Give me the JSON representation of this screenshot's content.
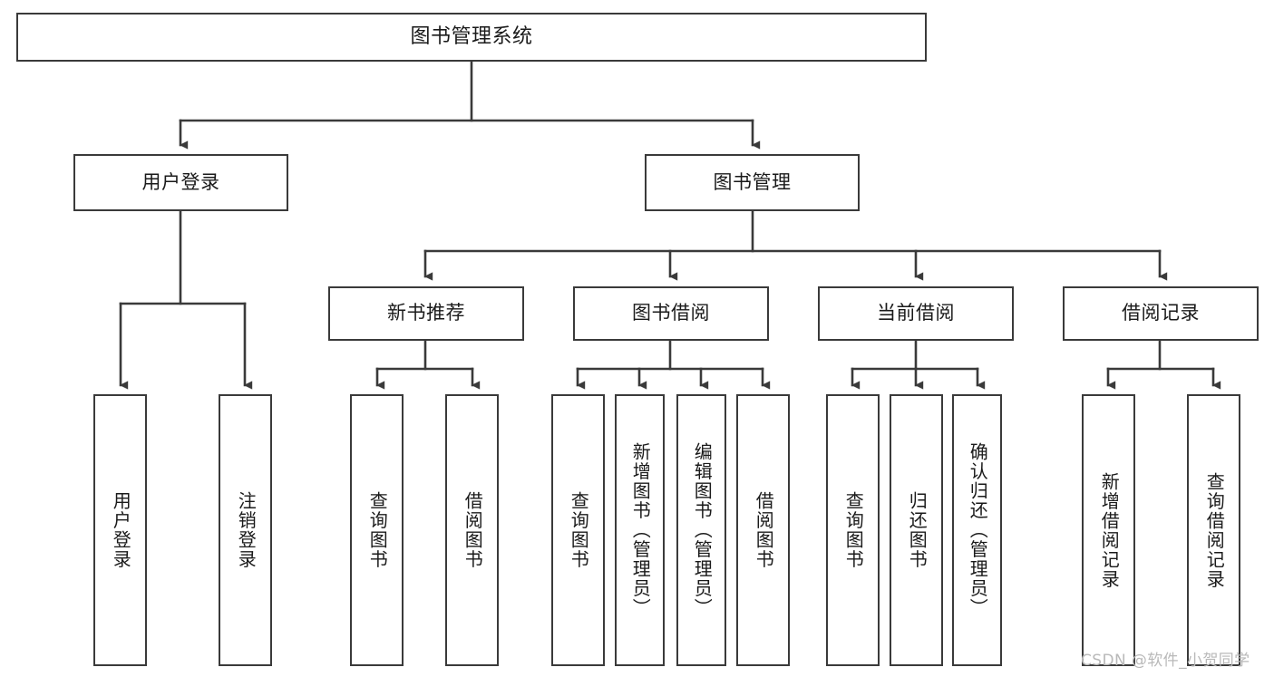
{
  "diagram": {
    "title": "图书管理系统",
    "type": "hierarchy-tree",
    "watermark": "CSDN @软件_小贺同学",
    "colors": {
      "background": "#ffffff",
      "border": "#3a3a3a",
      "text": "#1a1a1a",
      "connector": "#3a3a3a",
      "watermark": "#b9b9b9"
    },
    "nodes": {
      "root": {
        "label": "图书管理系统",
        "level": 1
      },
      "level2": [
        {
          "id": "user-login",
          "label": "用户登录"
        },
        {
          "id": "book-management",
          "label": "图书管理"
        }
      ],
      "level3": [
        {
          "id": "new-book-recommend",
          "label": "新书推荐"
        },
        {
          "id": "book-borrow",
          "label": "图书借阅"
        },
        {
          "id": "current-borrow",
          "label": "当前借阅"
        },
        {
          "id": "borrow-record",
          "label": "借阅记录"
        }
      ],
      "leaves": {
        "user-login": [
          {
            "id": "leaf-user-login",
            "label": "用户登录"
          },
          {
            "id": "leaf-logout-login",
            "label": "注销登录"
          }
        ],
        "new-book-recommend": [
          {
            "id": "leaf-query-book-1",
            "label": "查询图书"
          },
          {
            "id": "leaf-borrow-book-1",
            "label": "借阅图书"
          }
        ],
        "book-borrow": [
          {
            "id": "leaf-query-book-2",
            "label": "查询图书"
          },
          {
            "id": "leaf-add-book",
            "label": "新增图书（管理员）"
          },
          {
            "id": "leaf-edit-book",
            "label": "编辑图书（管理员）"
          },
          {
            "id": "leaf-borrow-book-2",
            "label": "借阅图书"
          }
        ],
        "current-borrow": [
          {
            "id": "leaf-query-book-3",
            "label": "查询图书"
          },
          {
            "id": "leaf-return-book",
            "label": "归还图书"
          },
          {
            "id": "leaf-confirm-return",
            "label": "确认归还（管理员）"
          }
        ],
        "borrow-record": [
          {
            "id": "leaf-add-record",
            "label": "新增借阅记录"
          },
          {
            "id": "leaf-query-record",
            "label": "查询借阅记录"
          }
        ]
      }
    }
  }
}
